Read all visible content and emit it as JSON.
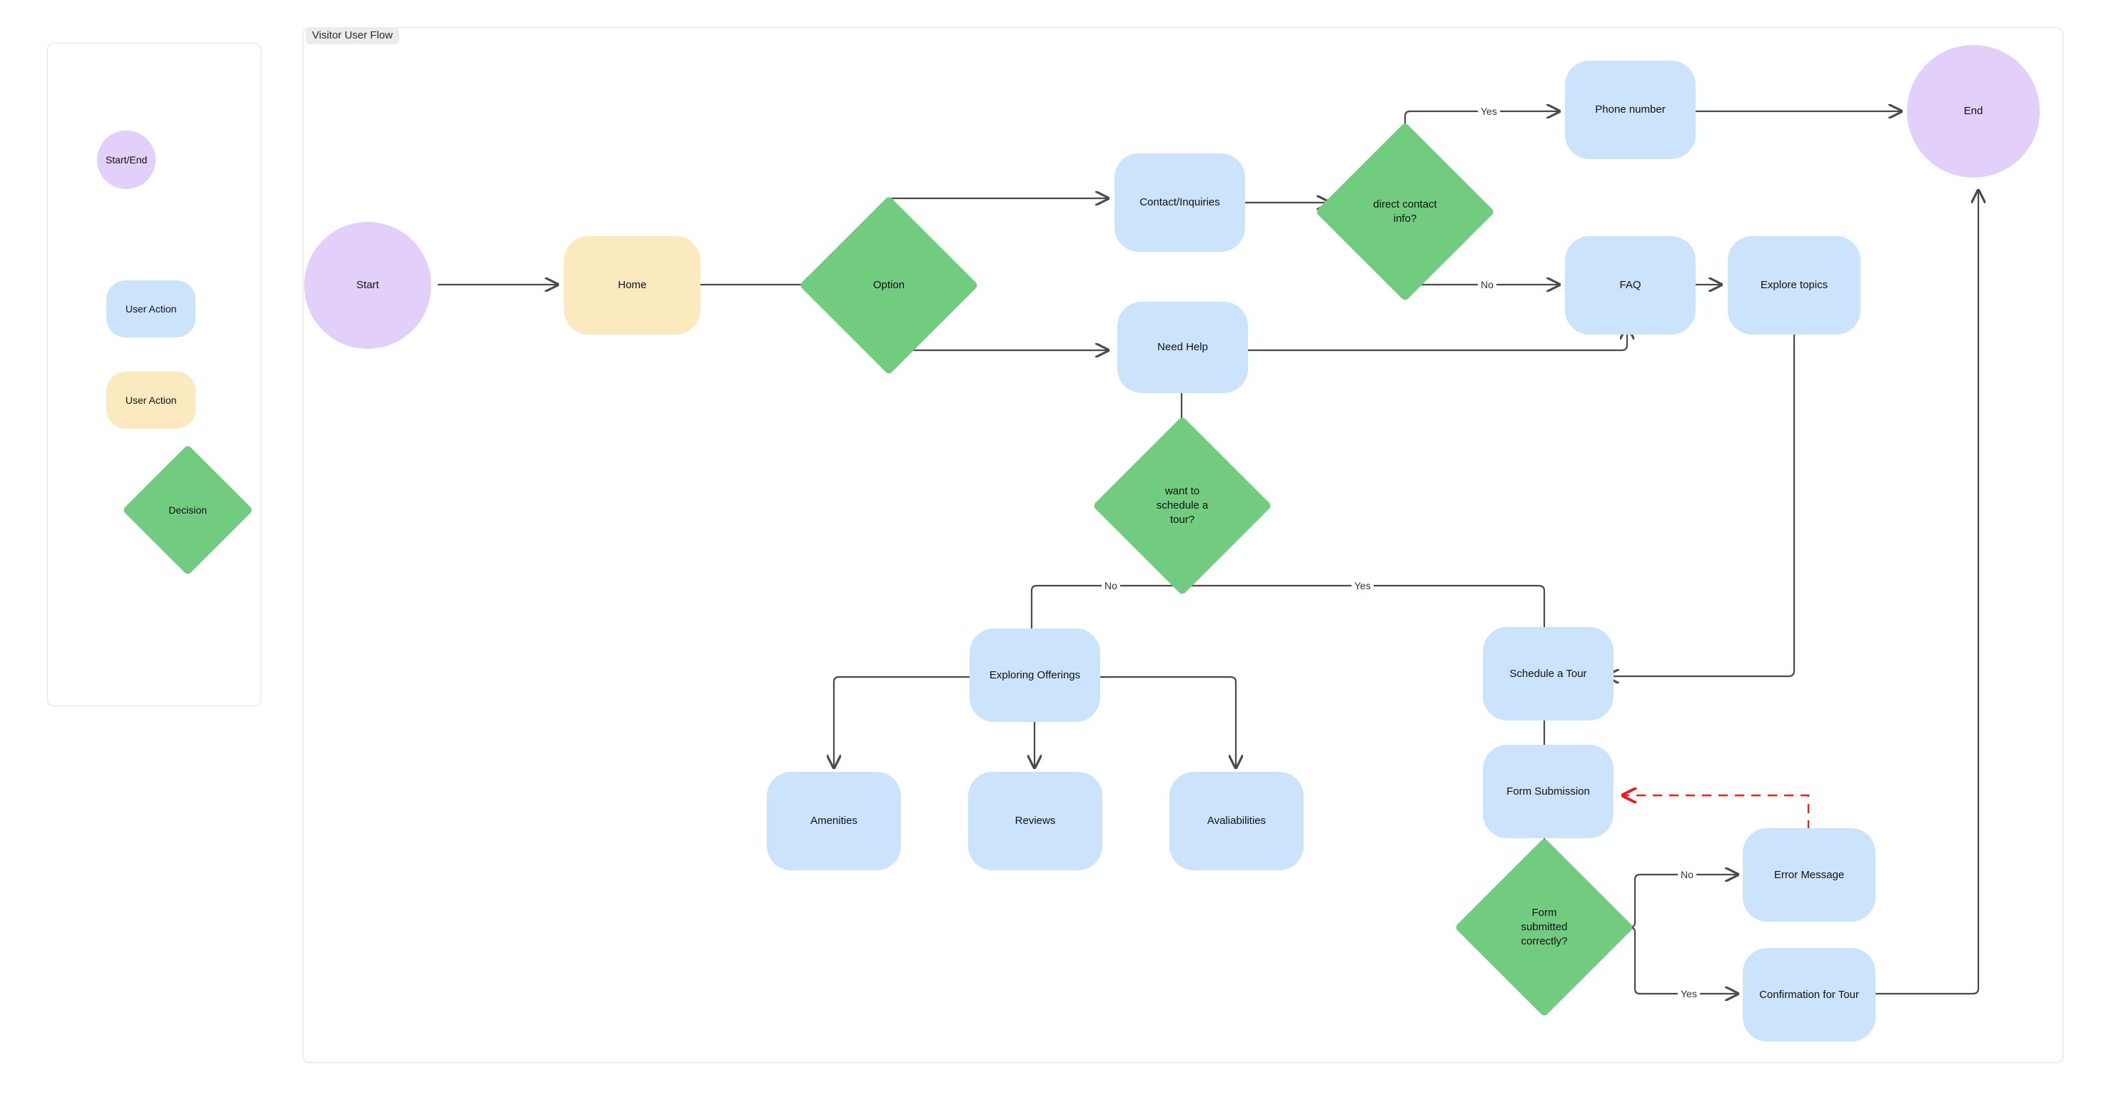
{
  "canvas": {
    "tab_label": "Visitor User Flow"
  },
  "colors": {
    "start_end_fill": "#e2cffa",
    "user_action_blue_fill": "#cce4fb",
    "user_action_yellow_fill": "#fbe9bf",
    "decision_fill": "#72cc80",
    "edge_stroke": "#4a4a4a",
    "error_edge_stroke": "#ee1c1c",
    "panel_border": "#e4e4e4",
    "tab_bg": "#ececec",
    "text": "#111111"
  },
  "legend": {
    "title": "",
    "items": [
      {
        "id": "start-end",
        "label": "Start/End",
        "shape": "circle",
        "color": "#e2cffa"
      },
      {
        "id": "user-action-blue",
        "label": "User Action",
        "shape": "rounded",
        "color": "#cce4fb"
      },
      {
        "id": "user-action-yellow",
        "label": "User Action",
        "shape": "rounded",
        "color": "#fbe9bf"
      },
      {
        "id": "decision",
        "label": "Decision",
        "shape": "diamond",
        "color": "#72cc80"
      }
    ]
  },
  "chart_data": {
    "type": "diagram",
    "title": "Visitor User Flow",
    "nodes": [
      {
        "id": "start",
        "label": "Start",
        "shape": "circle",
        "color": "#e2cffa"
      },
      {
        "id": "home",
        "label": "Home",
        "shape": "rounded",
        "color": "#fbe9bf"
      },
      {
        "id": "option",
        "label": "Option",
        "shape": "diamond",
        "color": "#72cc80"
      },
      {
        "id": "contact-inquiries",
        "label": "Contact/Inquiries",
        "shape": "rounded",
        "color": "#cce4fb"
      },
      {
        "id": "need-help",
        "label": "Need Help",
        "shape": "rounded",
        "color": "#cce4fb"
      },
      {
        "id": "direct-contact",
        "label": "direct contact\ninfo?",
        "shape": "diamond",
        "color": "#72cc80"
      },
      {
        "id": "phone-number",
        "label": "Phone number",
        "shape": "rounded",
        "color": "#cce4fb"
      },
      {
        "id": "faq",
        "label": "FAQ",
        "shape": "rounded",
        "color": "#cce4fb"
      },
      {
        "id": "explore-topics",
        "label": "Explore topics",
        "shape": "rounded",
        "color": "#cce4fb"
      },
      {
        "id": "end",
        "label": "End",
        "shape": "circle",
        "color": "#e2cffa"
      },
      {
        "id": "want-tour",
        "label": "want to\nschedule a\ntour?",
        "shape": "diamond",
        "color": "#72cc80"
      },
      {
        "id": "exploring",
        "label": "Exploring Offerings",
        "shape": "rounded",
        "color": "#cce4fb"
      },
      {
        "id": "amenities",
        "label": "Amenities",
        "shape": "rounded",
        "color": "#cce4fb"
      },
      {
        "id": "reviews",
        "label": "Reviews",
        "shape": "rounded",
        "color": "#cce4fb"
      },
      {
        "id": "availabilities",
        "label": "Avaliabilities",
        "shape": "rounded",
        "color": "#cce4fb"
      },
      {
        "id": "schedule-tour",
        "label": "Schedule a Tour",
        "shape": "rounded",
        "color": "#cce4fb"
      },
      {
        "id": "form-submission",
        "label": "Form Submission",
        "shape": "rounded",
        "color": "#cce4fb"
      },
      {
        "id": "form-correct",
        "label": "Form\nsubmitted\ncorrectly?",
        "shape": "diamond",
        "color": "#72cc80"
      },
      {
        "id": "error-message",
        "label": "Error Message",
        "shape": "rounded",
        "color": "#cce4fb"
      },
      {
        "id": "confirmation-tour",
        "label": "Confirmation for Tour",
        "shape": "rounded",
        "color": "#cce4fb"
      }
    ],
    "edges": [
      {
        "from": "start",
        "to": "home",
        "label": ""
      },
      {
        "from": "home",
        "to": "option",
        "label": ""
      },
      {
        "from": "option",
        "to": "contact-inquiries",
        "label": ""
      },
      {
        "from": "option",
        "to": "need-help",
        "label": ""
      },
      {
        "from": "contact-inquiries",
        "to": "direct-contact",
        "label": ""
      },
      {
        "from": "direct-contact",
        "to": "phone-number",
        "label": "Yes"
      },
      {
        "from": "direct-contact",
        "to": "faq",
        "label": "No"
      },
      {
        "from": "phone-number",
        "to": "end",
        "label": ""
      },
      {
        "from": "faq",
        "to": "explore-topics",
        "label": ""
      },
      {
        "from": "need-help",
        "to": "faq",
        "label": ""
      },
      {
        "from": "need-help",
        "to": "want-tour",
        "label": ""
      },
      {
        "from": "want-tour",
        "to": "exploring",
        "label": "No"
      },
      {
        "from": "want-tour",
        "to": "schedule-tour",
        "label": "Yes"
      },
      {
        "from": "exploring",
        "to": "amenities",
        "label": ""
      },
      {
        "from": "exploring",
        "to": "reviews",
        "label": ""
      },
      {
        "from": "exploring",
        "to": "availabilities",
        "label": ""
      },
      {
        "from": "explore-topics",
        "to": "schedule-tour",
        "label": ""
      },
      {
        "from": "schedule-tour",
        "to": "form-submission",
        "label": ""
      },
      {
        "from": "form-submission",
        "to": "form-correct",
        "label": ""
      },
      {
        "from": "form-correct",
        "to": "error-message",
        "label": "No"
      },
      {
        "from": "form-correct",
        "to": "confirmation-tour",
        "label": "Yes"
      },
      {
        "from": "error-message",
        "to": "form-submission",
        "label": "",
        "style": "dashed-red"
      },
      {
        "from": "confirmation-tour",
        "to": "end",
        "label": ""
      }
    ],
    "edge_labels": [
      "Yes",
      "No",
      "Yes",
      "No",
      "No",
      "Yes"
    ]
  }
}
